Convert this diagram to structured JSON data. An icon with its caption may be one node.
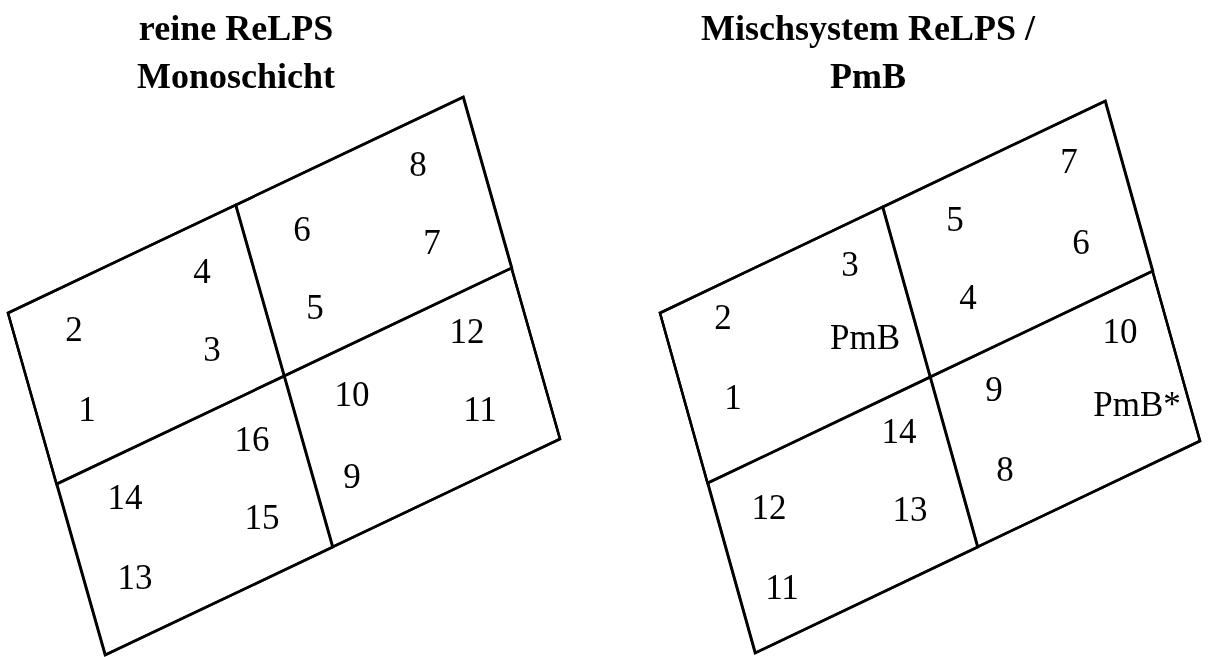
{
  "diagram": {
    "nodes": [
      {
        "text": [
          "reine ReLPS Monoschicht"
        ]
      },
      {
        "text": [
          "4",
          "2",
          "3",
          "1"
        ],
        "in": 0
      },
      {
        "text": [
          "8",
          "6",
          "7",
          "5"
        ],
        "in": 0
      },
      {
        "text": [
          "16",
          "14",
          "15",
          "13"
        ],
        "in": 0
      },
      {
        "text": [
          "12",
          "10",
          "11",
          "9"
        ],
        "in": 0
      },
      {
        "text": [
          "Mischsystem ReLPS / PmB"
        ]
      },
      {
        "text": [
          "3",
          "2",
          "PmB",
          "1"
        ],
        "in": 5
      },
      {
        "text": [
          "7",
          "5",
          "6",
          "4"
        ],
        "in": 5
      },
      {
        "text": [
          "14",
          "12",
          "13",
          "11"
        ],
        "in": 5
      },
      {
        "text": [
          "10",
          "9",
          "PmB*",
          "8"
        ],
        "in": 5
      }
    ],
    "edges": []
  }
}
